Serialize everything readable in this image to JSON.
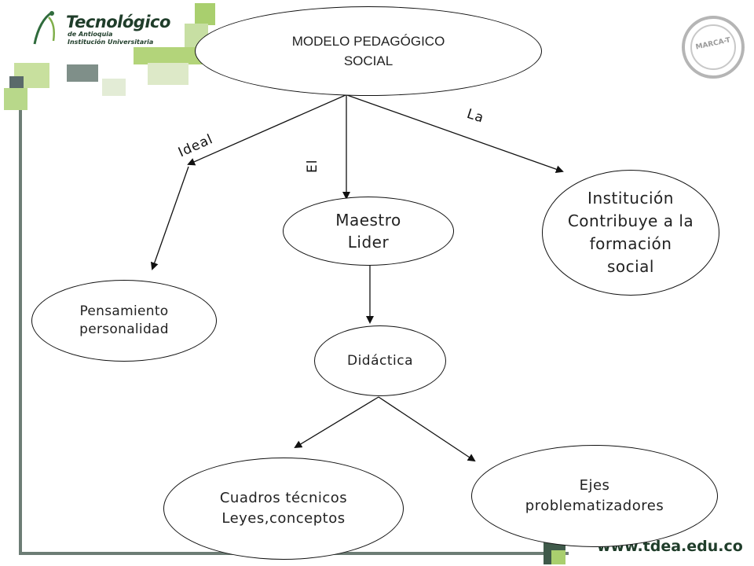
{
  "logo": {
    "title": "Tecnológico",
    "subtitle": "de Antioquia",
    "tagline": "Institución Universitaria"
  },
  "seal": {
    "text": "MARCA-T"
  },
  "website": "www.tdea.edu.co",
  "diagram": {
    "root": "MODELO PEDAGÓGICO\nSOCIAL",
    "edge_labels": {
      "left": "Ideal",
      "middle": "El",
      "right": "La"
    },
    "nodes": {
      "maestro": "Maestro\nLider",
      "institucion": "Institución\nContribuye a la\nformación\nsocial",
      "pensamiento": "Pensamiento\npersonalidad",
      "didactica": "Didáctica",
      "cuadros": "Cuadros técnicos\nLeyes,conceptos",
      "ejes": "Ejes\nproblematizadores"
    }
  },
  "colors": {
    "brand_green": "#9cc25a",
    "brand_dark": "#1f3d2a",
    "line": "#111111"
  }
}
